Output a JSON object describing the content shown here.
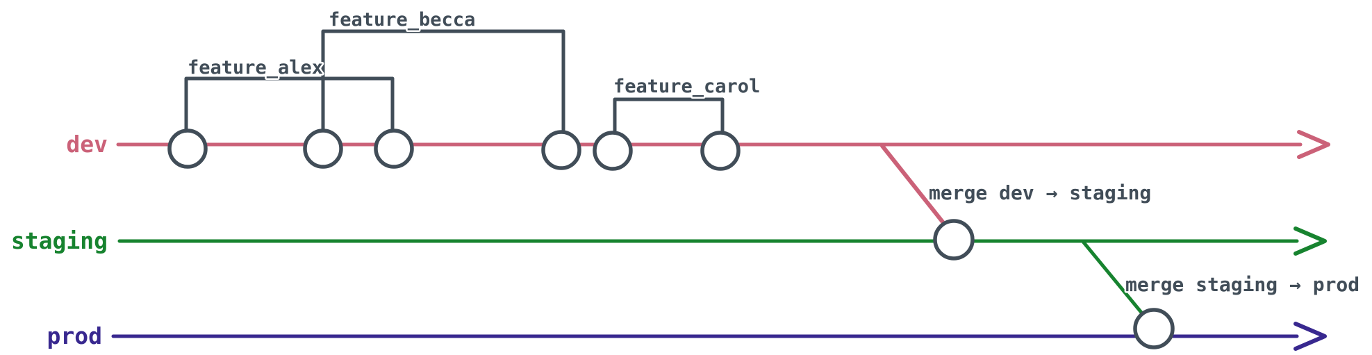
{
  "diagram": {
    "kind": "git-branch-flow",
    "background": "#ffffff",
    "ink": "#414d58",
    "commit_fill": "#ffffff",
    "branches": [
      {
        "name": "dev",
        "color": "#cb6178",
        "commit_count": 6
      },
      {
        "name": "staging",
        "color": "#17832f",
        "commit_count": 1
      },
      {
        "name": "prod",
        "color": "#38288f",
        "commit_count": 1
      }
    ],
    "features": [
      {
        "label": "feature_alex",
        "branch": "dev",
        "spans_commits": [
          1,
          3
        ]
      },
      {
        "label": "feature_becca",
        "branch": "dev",
        "spans_commits": [
          2,
          4
        ]
      },
      {
        "label": "feature_carol",
        "branch": "dev",
        "spans_commits": [
          5,
          6
        ]
      }
    ],
    "merges": [
      {
        "label": "merge dev → staging",
        "from": "dev",
        "to": "staging"
      },
      {
        "label": "merge staging → prod",
        "from": "staging",
        "to": "prod"
      }
    ]
  }
}
